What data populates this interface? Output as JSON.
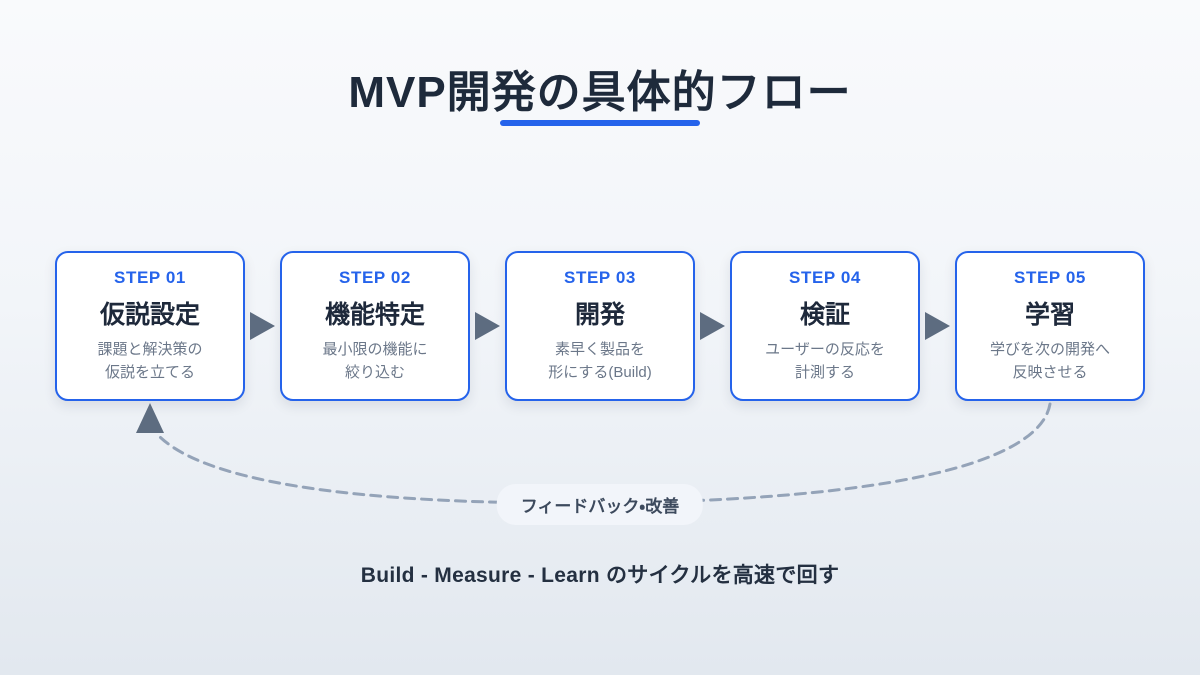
{
  "page": {
    "title": "MVP開発の具体的フロー",
    "tagline": "Build - Measure - Learn のサイクルを高速で回す"
  },
  "steps": [
    {
      "label": "STEP 01",
      "title": "仮説設定",
      "desc": "課題と解決策の\n仮説を立てる"
    },
    {
      "label": "STEP 02",
      "title": "機能特定",
      "desc": "最小限の機能に\n絞り込む"
    },
    {
      "label": "STEP 03",
      "title": "開発",
      "desc": "素早く製品を\n形にする(Build)"
    },
    {
      "label": "STEP 04",
      "title": "検証",
      "desc": "ユーザーの反応を\n計測する"
    },
    {
      "label": "STEP 05",
      "title": "学習",
      "desc": "学びを次の開発へ\n反映させる"
    }
  ],
  "feedback": {
    "label": "フィードバック・改善"
  },
  "colors": {
    "accent_blue": "#2563eb",
    "title_navy": "#1e2a3b",
    "card_bg": "#ffffff",
    "arrow_slate": "#5d6c80",
    "dash_gray": "#94a3b8",
    "desc_gray": "#6b7789",
    "bg_top": "#f9fafc",
    "bg_bottom": "#e2e8ef"
  }
}
